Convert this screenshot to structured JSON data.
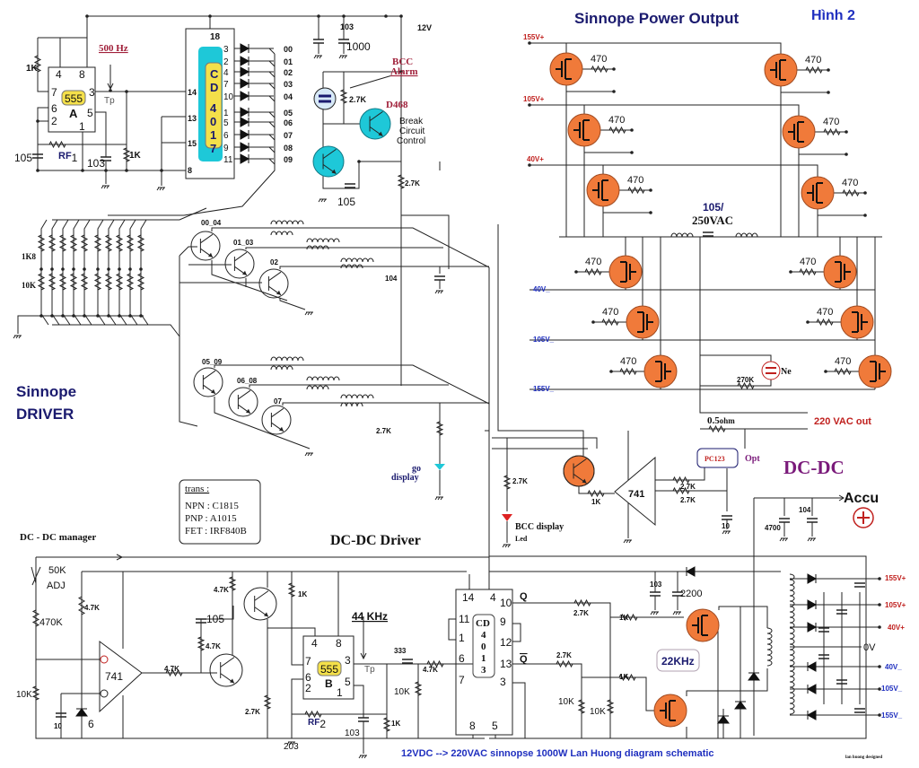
{
  "title": "Sinnope Power Output",
  "figure_label": "Hình 2",
  "caption": "12VDC --> 220VAC sinnopse 1000W Lan Huong diagram schematic",
  "signature": "lan huong designed",
  "oscillator": {
    "supply": "12V",
    "ic_label": "555",
    "ic_unit": "A",
    "pins": {
      "p4": "4",
      "p8": "8",
      "p7": "7",
      "p3": "3",
      "p6": "6",
      "p2": "2",
      "p5": "5",
      "p1": "1"
    },
    "frequency": "500 Hz",
    "testpoint": "Tp",
    "r_top": "1K",
    "c_timing": "105",
    "rf": "RF",
    "rf_sub": "1",
    "c_ctrl": "103",
    "r_out": "1K"
  },
  "counter": {
    "top_pin": "18",
    "chip_letters": [
      "C",
      "D",
      "4",
      "0",
      "1",
      "7"
    ],
    "left_pins": [
      "14",
      "13",
      "15",
      "8"
    ],
    "right_pins": [
      "3",
      "2",
      "4",
      "7",
      "10",
      "1",
      "5",
      "6",
      "9",
      "11"
    ],
    "outputs": [
      "00",
      "01",
      "02",
      "03",
      "04",
      "05",
      "06",
      "07",
      "08",
      "09"
    ]
  },
  "supply_caps": {
    "c1": "103",
    "c2": "1000"
  },
  "bcc": {
    "alarm": [
      "BCC",
      "Alarm"
    ],
    "r1": "2.7K",
    "transistor": "D468",
    "control": [
      "Break",
      "Circuit",
      "Control"
    ],
    "cap": "105",
    "r2": "2.7K"
  },
  "driver": {
    "title": [
      "Sinnope",
      "DRIVER"
    ],
    "r_upper": "1K8",
    "r_lower": "10K",
    "transistors": [
      "00_04",
      "01_03",
      "02",
      "05_09",
      "06_08",
      "07"
    ],
    "cap": "104",
    "r_led": "2.7K",
    "led_label": [
      "go",
      "display"
    ]
  },
  "power_output": {
    "rails_pos": [
      "155V+",
      "105V+",
      "40V+"
    ],
    "rails_neg": [
      "40V_",
      "105V_",
      "155V_"
    ],
    "gate_resistor": "470",
    "filter": [
      "105/",
      "250VAC"
    ],
    "neon": "Ne",
    "r_neon": "270K",
    "shunt": "0.5",
    "shunt_unit": "ohm",
    "output": "220 VAC out"
  },
  "feedback": {
    "r_led": "2.7K",
    "led_label": [
      "BCC display",
      "Led"
    ],
    "opamp": "741",
    "r_base": "1K",
    "r_in1": "2.7K",
    "r_in2": "2.7K",
    "opto": "PC123",
    "opto_tag": "Opt",
    "cap": "10",
    "section": "DC-DC",
    "accu": "Accu",
    "c_bulk": "4700",
    "c_hf": "104"
  },
  "trans_box": {
    "heading": "trans :",
    "lines": [
      "NPN : C1815",
      "PNP : A1015",
      "FET : IRF840B"
    ]
  },
  "manager": {
    "title": "DC - DC manager",
    "pot": [
      "50K",
      "ADJ"
    ],
    "r1": "470K",
    "r2": "4.7K",
    "r3": "10K",
    "opamp": "741",
    "cap": "10",
    "zener": "6",
    "r_out": "4.7K",
    "c_fb": "105",
    "r_fb": "4.7K",
    "r_bias": "4.7K",
    "r_pull": "2.7K"
  },
  "dcdc_driver": {
    "title": "DC-DC Driver",
    "ic_label": "555",
    "ic_unit": "B",
    "pins": {
      "p4": "4",
      "p8": "8",
      "p7": "7",
      "p3": "3",
      "p6": "6",
      "p2": "2",
      "p5": "5",
      "p1": "1"
    },
    "r1": "1K",
    "frequency": "44 KHz",
    "testpoint": "Tp",
    "c_couple": "333",
    "r_couple": "4.7K",
    "r_pd": "10K",
    "r_ra": "1K",
    "c_ctrl": "103",
    "c_timing": "203",
    "rf": "RF",
    "rf_sub": "2"
  },
  "flipflop": {
    "chip_letters": [
      "CD",
      "4",
      "0",
      "1",
      "3"
    ],
    "top_pins": [
      "14",
      "4"
    ],
    "left_pins": [
      "11",
      "1",
      "6",
      "7"
    ],
    "right_pins": [
      "10",
      "9",
      "12",
      "13",
      "3"
    ],
    "bottom_pins": [
      "8",
      "5"
    ],
    "q": "Q",
    "qbar": "Q",
    "r_q": "2.7K",
    "r_qbar": "2.7K",
    "r_g1": "1K",
    "r_g2": "1K",
    "r_pd1": "10K",
    "r_pd2": "10K",
    "c1": "103",
    "c2": "2200",
    "freq": "22KHz"
  },
  "converter_outputs": [
    "155V+",
    "105V+",
    "40V+",
    "0V",
    "40V_",
    "105V_",
    "155V_"
  ],
  "colors": {
    "mosfet": "#f07a3a",
    "npn_highlight": "#1ec8d8",
    "positive_rail": "#c0201e",
    "negative_rail": "#1f2fbf",
    "ic_label": "#f4e04a"
  }
}
